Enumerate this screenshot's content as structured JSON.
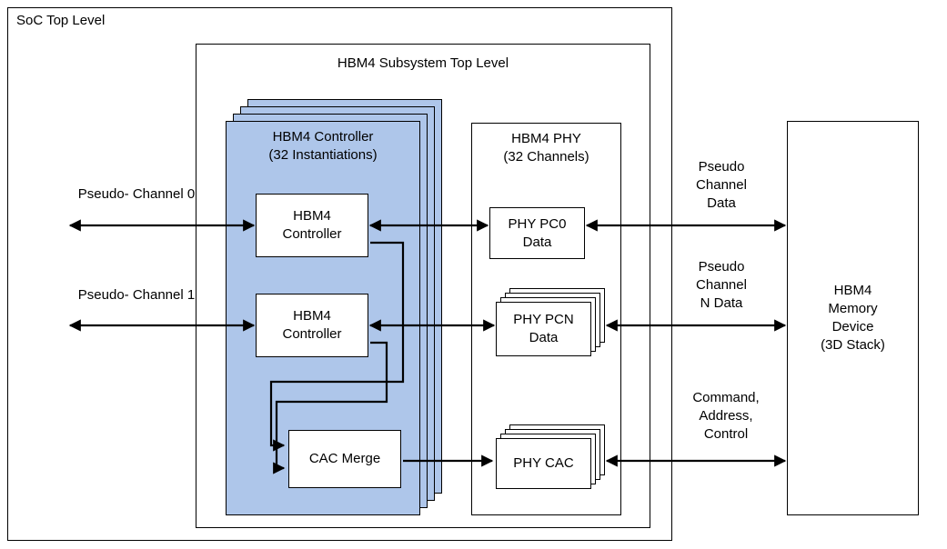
{
  "colors": {
    "accent_fill": "#aec6ea",
    "border": "#000000",
    "background": "#ffffff"
  },
  "soc": {
    "title": "SoC Top Level"
  },
  "subsystem": {
    "title": "HBM4 Subsystem Top Level"
  },
  "controller_stack": {
    "title_line1": "HBM4 Controller",
    "title_line2": "(32 Instantiations)"
  },
  "controller0": {
    "line1": "HBM4",
    "line2": "Controller"
  },
  "controller1": {
    "line1": "HBM4",
    "line2": "Controller"
  },
  "cac_merge": {
    "label": "CAC Merge"
  },
  "phy": {
    "title_line1": "HBM4 PHY",
    "title_line2": "(32 Channels)"
  },
  "phy_pc0": {
    "line1": "PHY PC0",
    "line2": "Data"
  },
  "phy_pcn": {
    "line1": "PHY PCN",
    "line2": "Data"
  },
  "phy_cac": {
    "label": "PHY CAC"
  },
  "memory": {
    "line1": "HBM4",
    "line2": "Memory",
    "line3": "Device",
    "line4": "(3D Stack)"
  },
  "labels": {
    "pseudo_channel_0": "Pseudo- Channel 0",
    "pseudo_channel_1": "Pseudo- Channel 1",
    "pseudo_channel_data": {
      "line1": "Pseudo",
      "line2": "Channel",
      "line3": "Data"
    },
    "pseudo_channel_n_data": {
      "line1": "Pseudo",
      "line2": "Channel",
      "line3": "N Data"
    },
    "command_address_control": {
      "line1": "Command,",
      "line2": "Address,",
      "line3": "Control"
    }
  }
}
